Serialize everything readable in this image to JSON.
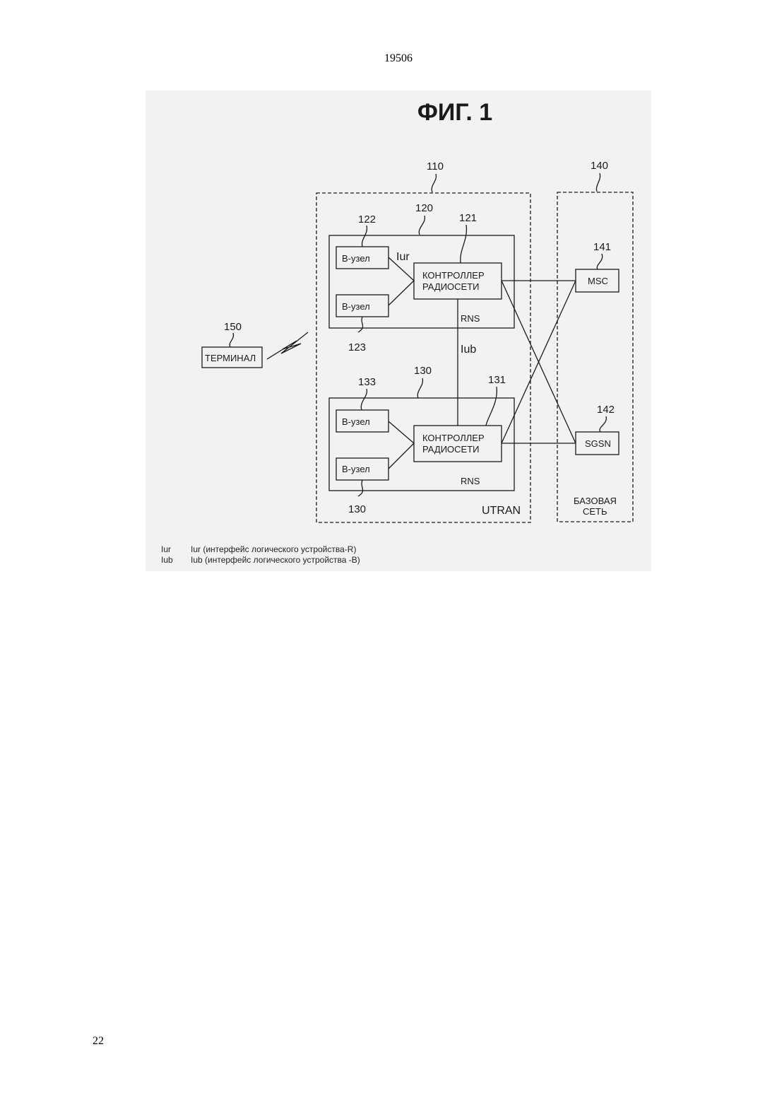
{
  "page": {
    "doc_number": "19506",
    "page_number": "22"
  },
  "figure": {
    "title": "ФИГ. 1",
    "refs": {
      "utran": "110",
      "rns_top": "120",
      "rnc_top": "121",
      "nodeb_top_a": "122",
      "nodeb_top_b": "123",
      "rns_bottom": "130",
      "rnc_bottom": "131",
      "nodeb_bottom_a": "133",
      "nodeb_bottom_b": "130",
      "core": "140",
      "msc": "141",
      "sgsn": "142",
      "terminal": "150"
    },
    "labels": {
      "nodeb": "В-узел",
      "rnc_line1": "КОНТРОЛЛЕР",
      "rnc_line2": "РАДИОСЕТИ",
      "rns": "RNS",
      "iur": "Iur",
      "iub": "Iub",
      "utran": "UTRAN",
      "msc": "MSC",
      "sgsn": "SGSN",
      "core_line1": "БАЗОВАЯ",
      "core_line2": "СЕТЬ",
      "terminal": "ТЕРМИНАЛ"
    },
    "legend": [
      {
        "abbr": "Iur",
        "text": "Iur (интерфейс логического устройства-R)"
      },
      {
        "abbr": "Iub",
        "text": "Iub (интерфейс логического устройства -B)"
      }
    ]
  }
}
